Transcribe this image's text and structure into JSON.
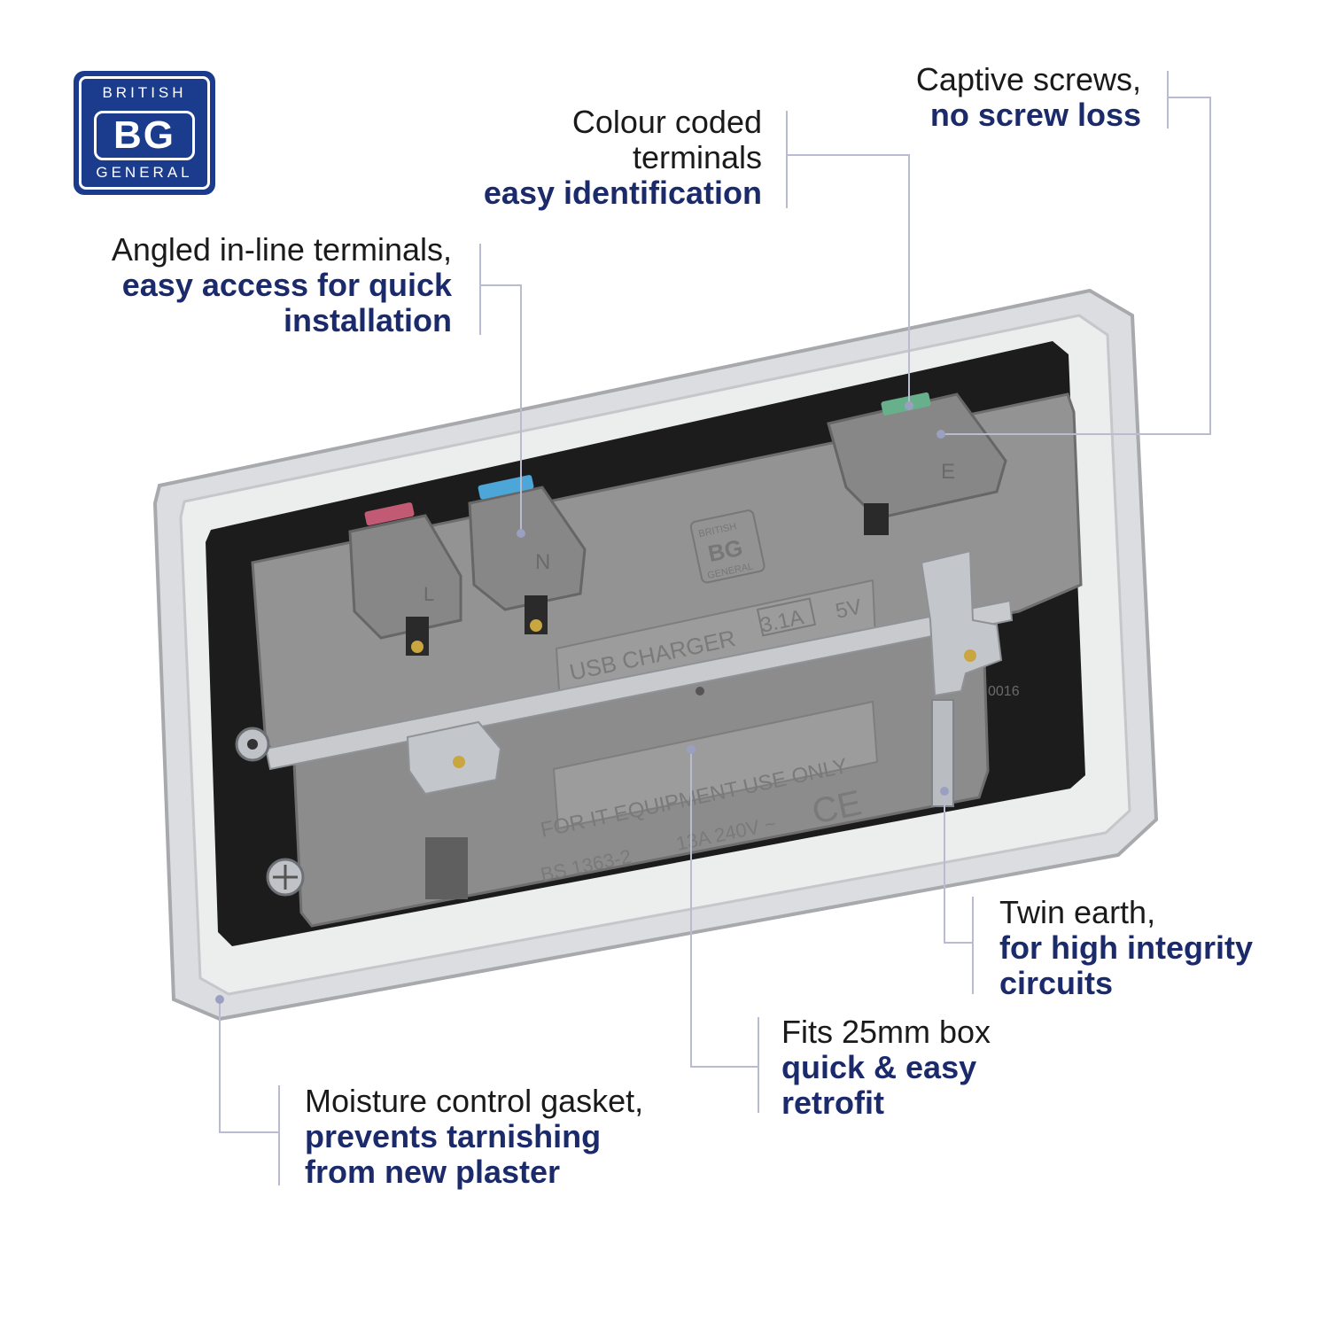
{
  "logo": {
    "top": "BRITISH",
    "mid": "BG",
    "bottom": "GENERAL"
  },
  "callouts": {
    "captive": {
      "plain": [
        "Captive screws,"
      ],
      "bold": [
        "no screw loss"
      ]
    },
    "colour": {
      "plain": [
        "Colour coded",
        "terminals"
      ],
      "bold": [
        "easy identification"
      ]
    },
    "angled": {
      "plain": [
        "Angled in-line terminals,"
      ],
      "bold": [
        "easy access for quick",
        "installation"
      ]
    },
    "twin": {
      "plain": [
        "Twin earth,"
      ],
      "bold": [
        "for high integrity",
        "circuits"
      ]
    },
    "fits": {
      "plain": [
        "Fits 25mm box"
      ],
      "bold": [
        "quick & easy",
        "retrofit"
      ]
    },
    "moisture": {
      "plain": [
        "Moisture control gasket,"
      ],
      "bold": [
        "prevents tarnishing",
        "from new plaster"
      ]
    }
  },
  "product": {
    "usb_label": "USB CHARGER",
    "rating_box": "3.1A",
    "rating_volt": "5V",
    "it_label": "FOR IT EQUIPMENT USE ONLY",
    "standard": "BS 1363-2",
    "rating": "13A 240V ~",
    "ce": "CE",
    "terminal_l": "L",
    "terminal_n": "N",
    "terminal_e": "E",
    "code": "0016",
    "mini_logo_top": "BRITISH",
    "mini_logo_mid": "BG",
    "mini_logo_bottom": "GENERAL"
  },
  "colors": {
    "brand_blue": "#1b3b8c",
    "bold_text": "#1b2a6b",
    "leader_line": "#b9bcd0",
    "housing_grey": "#8e8e8e",
    "plate_silver": "#d9dadc"
  }
}
